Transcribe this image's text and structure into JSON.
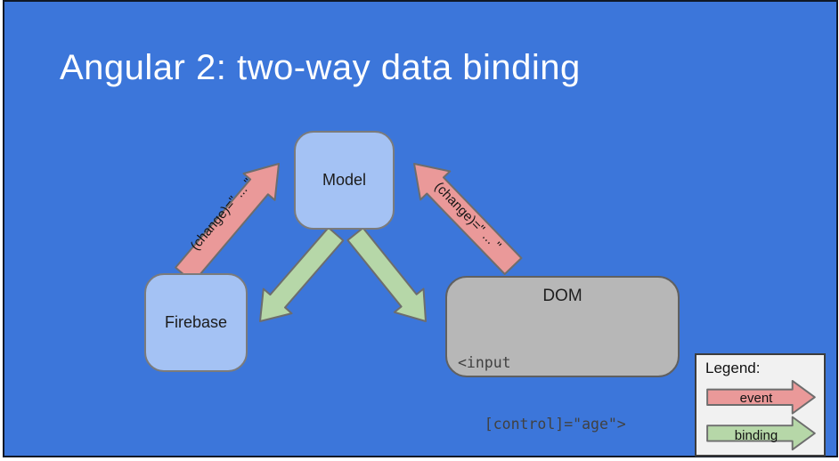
{
  "slide": {
    "title": "Angular 2: two-way data binding"
  },
  "diagram": {
    "nodes": [
      {
        "id": "model",
        "label": "Model"
      },
      {
        "id": "firebase",
        "label": "Firebase"
      },
      {
        "id": "dom",
        "label": "DOM",
        "code_line1": "<input",
        "code_line2": "   [control]=\"age\">"
      }
    ],
    "edges": [
      {
        "from": "firebase",
        "to": "model",
        "type": "event",
        "label": "(change)=\" ... \""
      },
      {
        "from": "dom",
        "to": "model",
        "type": "event",
        "label": "(change)=\" ... \""
      },
      {
        "from": "model",
        "to": "firebase",
        "type": "binding",
        "label": ""
      },
      {
        "from": "model",
        "to": "dom",
        "type": "binding",
        "label": ""
      }
    ]
  },
  "legend": {
    "title": "Legend:",
    "event_label": "event",
    "binding_label": "binding"
  },
  "colors": {
    "slide_bg": "#3c76da",
    "slide_frame": "#101826",
    "title_color": "#ffffff",
    "node_fill": "#a4c2f4",
    "node_border": "#7b7b7b",
    "dom_fill": "#b7b7b7",
    "dom_border": "#606060",
    "event_fill": "#ea9999",
    "binding_fill": "#b6d7a8",
    "arrow_stroke": "#6d6d6d",
    "legend_bg": "#f1f1f1",
    "legend_border": "#3c3c3c"
  }
}
